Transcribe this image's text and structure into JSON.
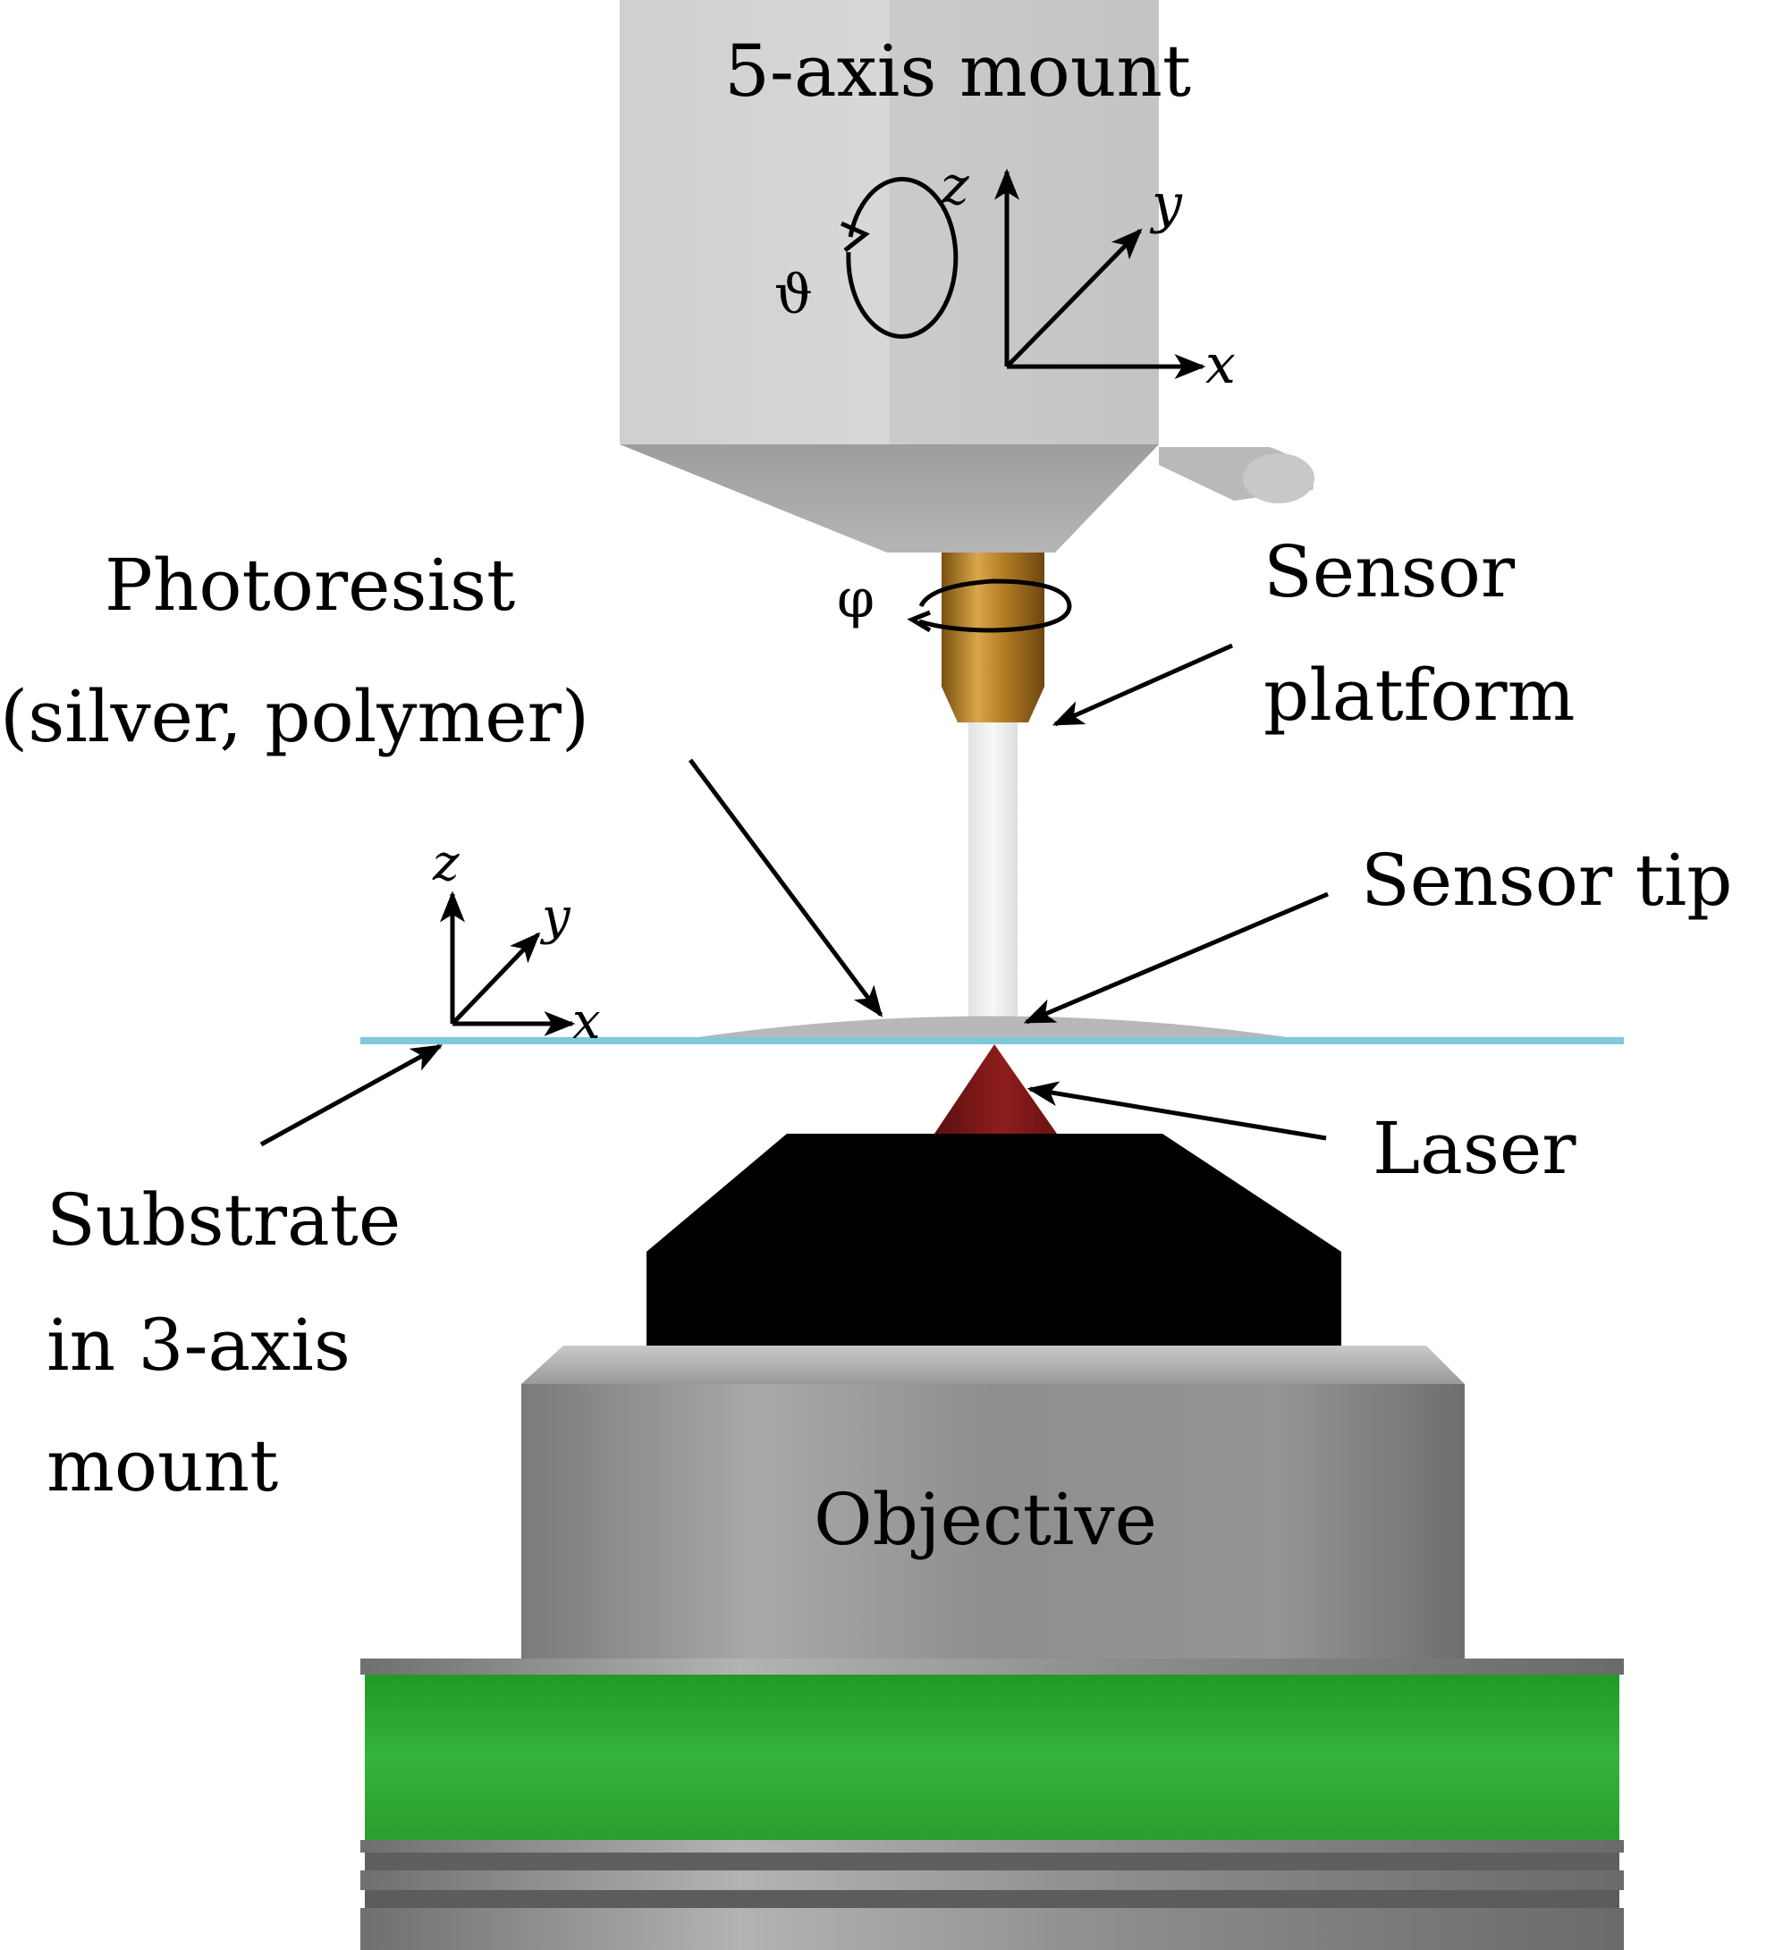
{
  "labels": {
    "mount5": "5-axis mount",
    "theta": "ϑ",
    "phi": "φ",
    "photoresist_line1": "Photoresist",
    "photoresist_line2": "(silver, polymer)",
    "sensor_platform_line1": "Sensor",
    "sensor_platform_line2": "platform",
    "sensor_tip": "Sensor tip",
    "laser": "Laser",
    "substrate_line1": "Substrate",
    "substrate_line2": "in 3-axis",
    "substrate_line3": "mount",
    "objective": "Objective"
  },
  "axes_upper": {
    "x": "x",
    "y": "y",
    "z": "z"
  },
  "axes_lower": {
    "x": "x",
    "y": "y",
    "z": "z"
  },
  "colors": {
    "mount": "#d2d2d2",
    "brass": "#b7842c",
    "sensor_stem": "#eeeeee",
    "substrate_line": "#7ec9dc",
    "laser": "#7a1616",
    "lens": "#000000",
    "objective_body": "#8f8f8f",
    "green_band": "#2ea832"
  }
}
